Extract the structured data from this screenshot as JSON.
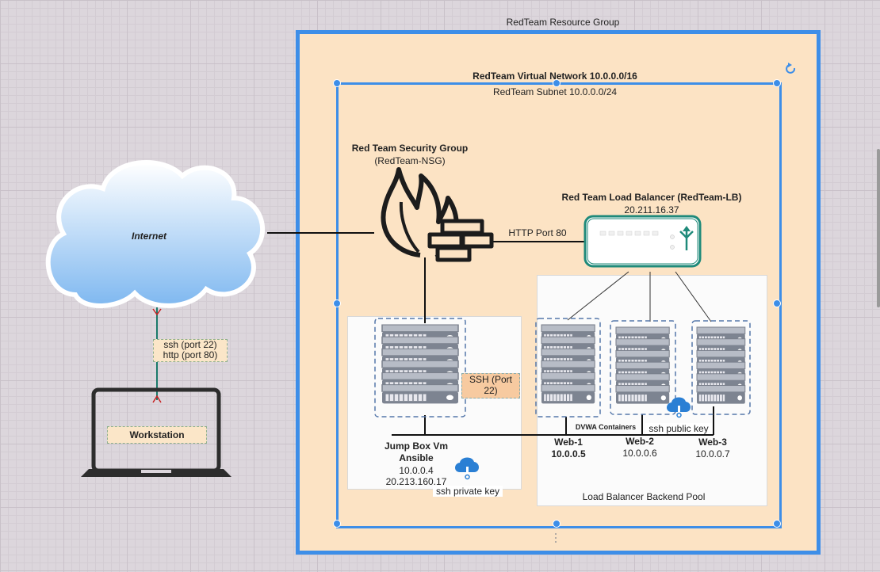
{
  "resource_group": {
    "title": "RedTeam Resource Group"
  },
  "vnet": {
    "title": "RedTeam Virtual Network 10.0.0.0/16",
    "subnet": "RedTeam Subnet 10.0.0.0/24"
  },
  "security_group": {
    "title": "Red Team Security Group",
    "subtitle": "(RedTeam-NSG)"
  },
  "load_balancer": {
    "title": "Red Team Load Balancer (RedTeam-LB)",
    "ip": "20.211.16.37"
  },
  "internet": {
    "label": "Internet"
  },
  "connections": {
    "http_port": "HTTP Port 80",
    "ssh_port_label": "ssh (port 22)",
    "http_port_label": "http (port 80)",
    "jump_ssh": "SSH (Port 22)"
  },
  "workstation": {
    "label": "Workstation"
  },
  "jumpbox": {
    "name": "Jump Box Vm",
    "role": "Ansible",
    "private_ip": "10.0.0.4",
    "public_ip": "20.213.160.17",
    "key_label": "ssh private key"
  },
  "backend_pool": {
    "label": "Load Balancer Backend Pool",
    "containers_label": "DVWA Containers",
    "key_label": "ssh public key",
    "servers": [
      {
        "name": "Web-1",
        "ip": "10.0.0.5"
      },
      {
        "name": "Web-2",
        "ip": "10.0.0.6"
      },
      {
        "name": "Web-3",
        "ip": "10.0.0.7"
      }
    ]
  },
  "colors": {
    "azure_blue": "#3d8ee8",
    "lb_teal": "#1f8a7a",
    "arrow_red": "#c82020",
    "resource_group_fill": "#fce3c4"
  },
  "icons": [
    "firewall-icon",
    "load-balancer-icon",
    "cloud-icon",
    "laptop-icon",
    "server-icon",
    "key-icon",
    "refresh-icon"
  ]
}
